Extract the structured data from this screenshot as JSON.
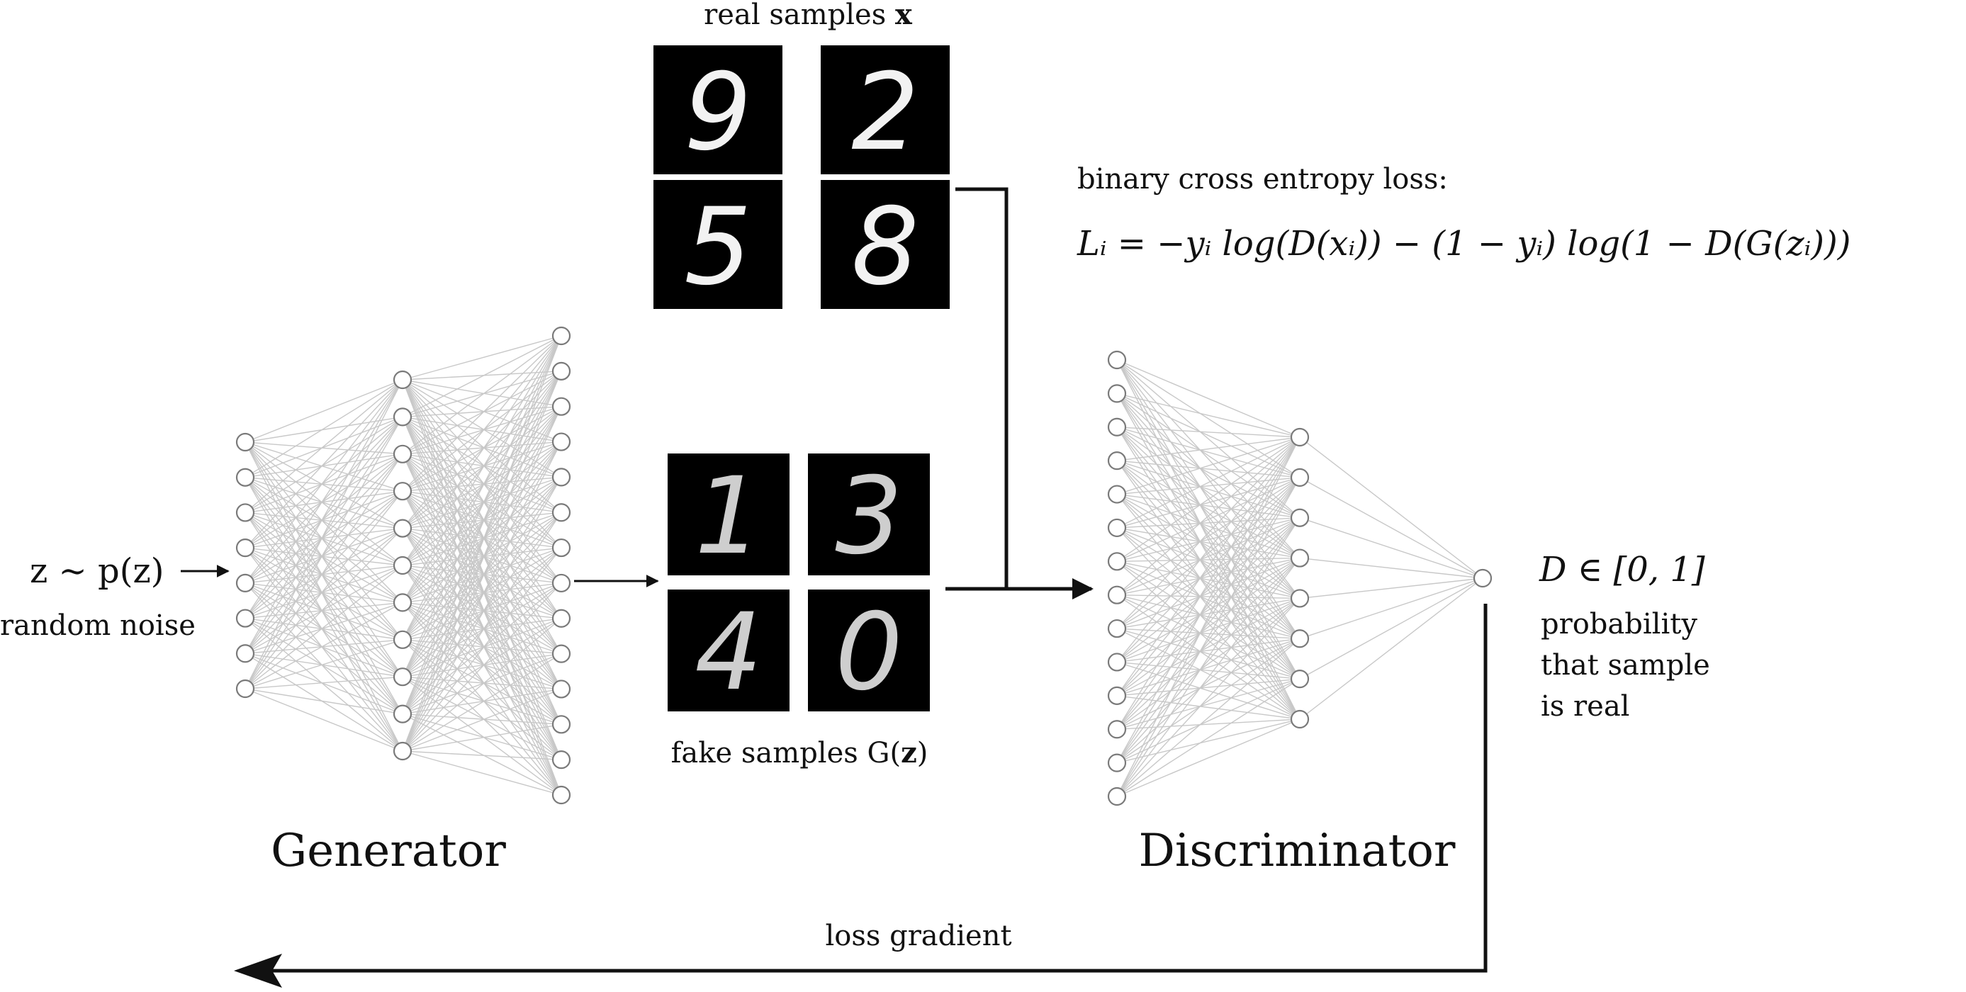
{
  "colors": {
    "node_stroke": "#7a7a7a",
    "edge": "#c8c8c8",
    "arrow": "#111111",
    "tile": "#000000"
  },
  "labels": {
    "real_samples": "real samples",
    "real_samples_symbol": "x",
    "fake_samples": "fake samples G(",
    "fake_samples_symbol": "z",
    "fake_samples_close": ")",
    "noise_formula": "z ∼ p(z)",
    "random_noise": "random noise",
    "generator": "Generator",
    "discriminator": "Discriminator",
    "loss_title": "binary cross entropy loss:",
    "loss_formula": "Lᵢ = −yᵢ log(D(xᵢ)) − (1 − yᵢ) log(1 − D(G(zᵢ)))",
    "output_formula": "D ∈ [0, 1]",
    "output_desc_1": "probability",
    "output_desc_2": "that sample",
    "output_desc_3": "is real",
    "loss_gradient": "loss gradient"
  },
  "real_digits": [
    "9",
    "2",
    "5",
    "8"
  ],
  "fake_digits": [
    "1",
    "3",
    "4",
    "0"
  ],
  "generator_layers": [
    8,
    11,
    14
  ],
  "discriminator_layers": [
    14,
    8,
    1
  ]
}
